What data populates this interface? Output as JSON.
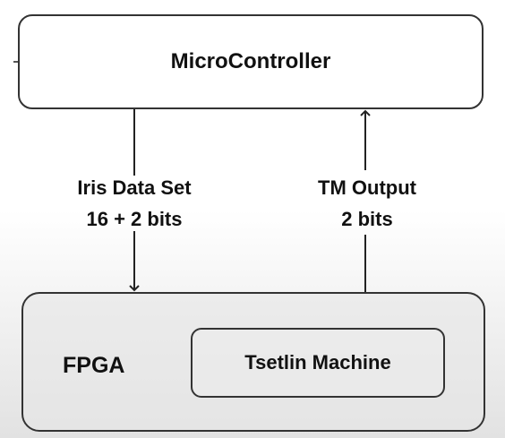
{
  "nodes": {
    "microcontroller": "MicroController",
    "fpga": "FPGA",
    "tsetlin_machine": "Tsetlin Machine"
  },
  "edges": {
    "input": {
      "line1": "Iris Data Set",
      "line2": "16 + 2 bits"
    },
    "output": {
      "line1": "TM Output",
      "line2": "2 bits"
    }
  },
  "colors": {
    "stroke": "#333333",
    "text": "#111111"
  }
}
